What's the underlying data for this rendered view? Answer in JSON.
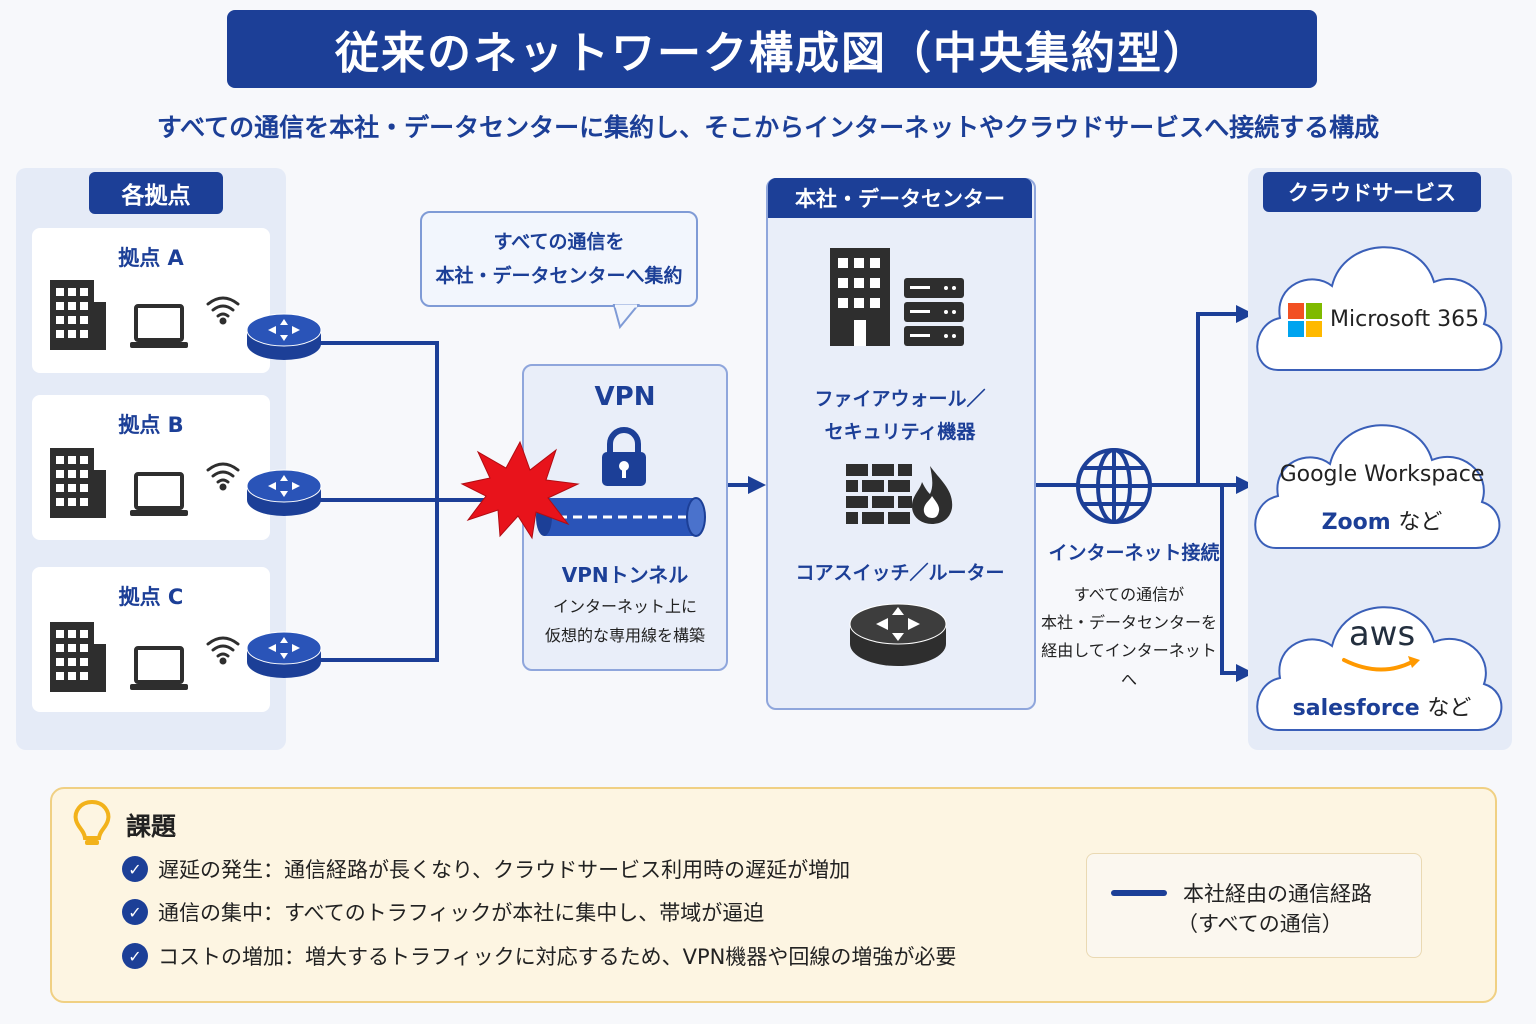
{
  "title": "従来のネットワーク構成図（中央集約型）",
  "subtitle": "すべての通信を本社・データセンターに集約し、そこからインターネットやクラウドサービスへ接続する構成",
  "sites": {
    "header": "各拠点",
    "items": [
      {
        "label": "拠点 A"
      },
      {
        "label": "拠点 B"
      },
      {
        "label": "拠点 C"
      }
    ]
  },
  "callout": {
    "line1": "すべての通信を",
    "line2": "本社・データセンターへ集約"
  },
  "vpn": {
    "title": "VPN",
    "tunnel_label": "VPNトンネル",
    "desc1": "インターネット上に",
    "desc2": "仮想的な専用線を構築"
  },
  "datacenter": {
    "header": "本社・データセンター",
    "fw_line1": "ファイアウォール／",
    "fw_line2": "セキュリティ機器",
    "core_label": "コアスイッチ／ルーター"
  },
  "internet": {
    "label": "インターネット接続",
    "desc1": "すべての通信が",
    "desc2": "本社・データセンターを",
    "desc3": "経由してインターネットへ"
  },
  "cloud": {
    "header": "クラウドサービス",
    "ms": "Microsoft 365",
    "google": "Google Workspace",
    "zoom": "Zoom",
    "zoom_suffix": "など",
    "aws": "aws",
    "salesforce": "salesforce",
    "sf_suffix": "など"
  },
  "issues": {
    "header": "課題",
    "items": [
      "遅延の発生：通信経路が長くなり、クラウドサービス利用時の遅延が増加",
      "通信の集中：すべてのトラフィックが本社に集中し、帯域が逼迫",
      "コストの増加：増大するトラフィックに対応するため、VPN機器や回線の増強が必要"
    ]
  },
  "legend": {
    "line1": "本社経由の通信経路",
    "line2": "（すべての通信）"
  },
  "colors": {
    "primary": "#1c3f97",
    "panel": "#e5ebf7",
    "alert": "#e8131b",
    "issue_bg": "#fdf5e2"
  }
}
